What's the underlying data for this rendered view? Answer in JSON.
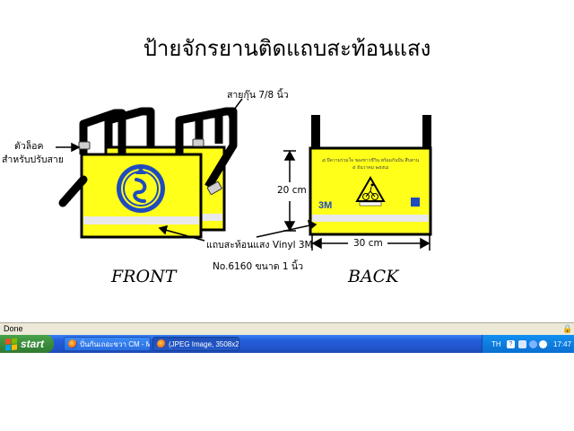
{
  "title": "ป้ายจักรยานติดแถบสะท้อนแสง",
  "labels": {
    "strap": "สายกุ๊น 7/8 นิ้ว",
    "lock_line1": "ตัวล็อค",
    "lock_line2": "สำหรับปรับสาย",
    "height": "20 cm",
    "width": "30 cm",
    "reflective_line1": "แถบสะท้อนแสง Vinyl 3M",
    "reflective_line2": "No.6160 ขนาด 1 นิ้ว",
    "front": "FRONT",
    "back": "BACK",
    "brand_3m": "3M"
  },
  "back_panel": {
    "text_line1": "๘ ปีความร่วมใจ ของชาวชีวิน พร้อมกันปั่น สืบสาน",
    "text_line2": "๕ ธันวาคม ๒๕๕๘"
  },
  "colors": {
    "panel_yellow": "#ffff1a",
    "reflective_strip": "#e9e9ec",
    "strap": "#000000",
    "seal_blue": "#1f4bbf",
    "taskbar_blue": "#245edb",
    "start_green": "#3c8d3d"
  },
  "statusbar": {
    "text": "Done",
    "icon": "lock-icon"
  },
  "taskbar": {
    "start_label": "start",
    "buttons": [
      {
        "label": "ปั่นกันเถอะขวา CM - M...",
        "icon": "firefox-icon",
        "active": false
      },
      {
        "label": "(JPEG Image, 3508x2...",
        "icon": "firefox-icon",
        "active": true
      }
    ],
    "language": "TH",
    "clock": "17:47"
  }
}
